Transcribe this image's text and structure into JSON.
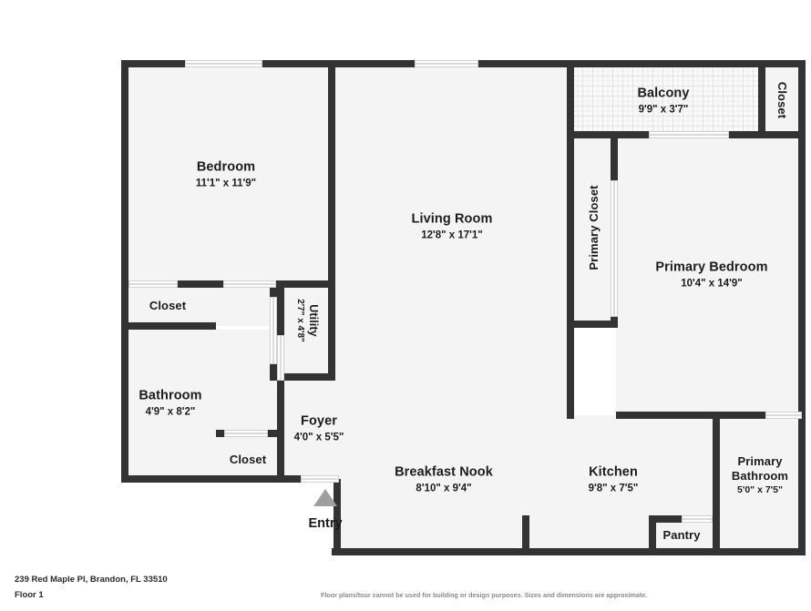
{
  "footer": {
    "address": "239 Red Maple Pl, Brandon, FL 33510",
    "floor": "Floor 1",
    "disclaimer": "Floor plans/tour cannot be used for building or design purposes. Sizes and dimensions are approximate."
  },
  "colors": {
    "wall": "#333333",
    "floor": "#f4f4f4",
    "background": "#ffffff",
    "entry_marker": "#9e9e9e",
    "text": "#1c1c1c",
    "disclaimer_text": "#8a8a8a"
  },
  "entry": {
    "label": "Entry"
  },
  "rooms": [
    {
      "id": "bedroom",
      "name": "Bedroom",
      "dim": "11'1\" x 11'9\""
    },
    {
      "id": "living-room",
      "name": "Living Room",
      "dim": "12'8\" x 17'1\""
    },
    {
      "id": "balcony",
      "name": "Balcony",
      "dim": "9'9\" x 3'7\""
    },
    {
      "id": "closet-balcony",
      "name": "Closet",
      "dim": ""
    },
    {
      "id": "primary-closet",
      "name": "Primary Closet",
      "dim": ""
    },
    {
      "id": "primary-bedroom",
      "name": "Primary Bedroom",
      "dim": "10'4\" x 14'9\""
    },
    {
      "id": "closet-bedroom",
      "name": "Closet",
      "dim": ""
    },
    {
      "id": "utility",
      "name": "Utility",
      "dim": "2'7\" x 4'8\""
    },
    {
      "id": "bathroom",
      "name": "Bathroom",
      "dim": "4'9\" x 8'2\""
    },
    {
      "id": "closet-hall",
      "name": "Closet",
      "dim": ""
    },
    {
      "id": "foyer",
      "name": "Foyer",
      "dim": "4'0\" x 5'5\""
    },
    {
      "id": "breakfast-nook",
      "name": "Breakfast Nook",
      "dim": "8'10\" x 9'4\""
    },
    {
      "id": "kitchen",
      "name": "Kitchen",
      "dim": "9'8\" x 7'5\""
    },
    {
      "id": "pantry",
      "name": "Pantry",
      "dim": ""
    },
    {
      "id": "primary-bathroom",
      "name": "Primary Bathroom",
      "dim": "5'0\" x 7'5\""
    }
  ]
}
